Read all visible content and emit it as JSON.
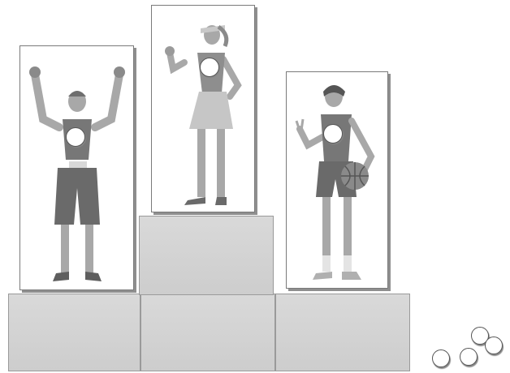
{
  "scene": {
    "colors": {
      "background": "#ffffff",
      "podium": "#d2d2d2",
      "podium_edge": "#9a9a9a",
      "figure_light": "#b0b0b0",
      "figure_dark": "#6e6e6e",
      "token": "#ffffff"
    },
    "figures": [
      {
        "name": "athlete-arms-raised",
        "holds": "",
        "chest_circle": "empty"
      },
      {
        "name": "athlete-tennis-skirt",
        "holds": "",
        "chest_circle": "empty"
      },
      {
        "name": "athlete-basketball",
        "holds": "basketball",
        "chest_circle": "empty"
      }
    ],
    "loose_tokens_count": 4
  }
}
